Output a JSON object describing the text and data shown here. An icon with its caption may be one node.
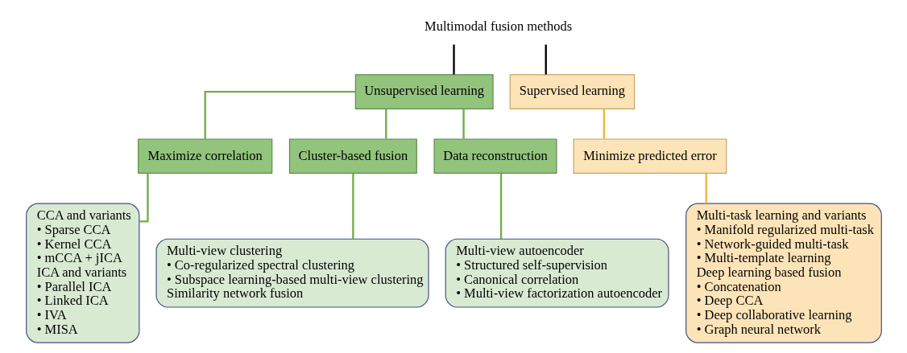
{
  "diagram": {
    "nodes": [
      {
        "text": [
          "Multimodal fusion methods"
        ]
      },
      {
        "text": [
          "Unsupervised learning"
        ]
      },
      {
        "text": [
          "Maximize correlation"
        ]
      },
      {
        "text": [
          "Cluster-based fusion"
        ]
      },
      {
        "text": [
          "Data reconstruction"
        ]
      },
      {
        "text": [
          "Supervised learning"
        ]
      },
      {
        "text": [
          "Minimize predicted error"
        ]
      },
      {
        "text": [
          "CCA and variants",
          "• Sparse CCA",
          "• Kernel CCA",
          "• mCCA + jICA",
          "ICA and variants",
          "• Parallel ICA",
          "• Linked ICA",
          "• IVA",
          "• MISA"
        ]
      },
      {
        "text": [
          "Multi-view clustering",
          "• Co-regularized spectral clustering",
          "• Subspace learning-based multi-view clustering",
          "Similarity network fusion"
        ]
      },
      {
        "text": [
          "Multi-view autoencoder",
          "• Structured self-supervision",
          "• Canonical correlation",
          "• Multi-view factorization autoencoder"
        ]
      },
      {
        "text": [
          "Multi-task learning and variants",
          "• Manifold regularized multi-task",
          "• Network-guided multi-task",
          "• Multi-template learning",
          "Deep learning based fusion",
          "• Concatenation",
          "• Deep CCA",
          "• Deep collaborative learning",
          "• Graph neural network"
        ]
      }
    ],
    "edges": [
      {
        "from": 0,
        "to": 1,
        "arrow": "none",
        "color": "#000000"
      },
      {
        "from": 0,
        "to": 5,
        "arrow": "none",
        "color": "#000000"
      },
      {
        "from": 1,
        "to": 2,
        "arrow": "none"
      },
      {
        "from": 1,
        "to": 3,
        "arrow": "none"
      },
      {
        "from": 1,
        "to": 4,
        "arrow": "none"
      },
      {
        "from": 2,
        "to": 7,
        "arrow": "none"
      },
      {
        "from": 3,
        "to": 8,
        "arrow": "none"
      },
      {
        "from": 4,
        "to": 9,
        "arrow": "none"
      },
      {
        "from": 5,
        "to": 6,
        "arrow": "none",
        "color": "#f0b43c"
      },
      {
        "from": 6,
        "to": 10,
        "arrow": "none",
        "color": "#f0b43c"
      }
    ]
  }
}
